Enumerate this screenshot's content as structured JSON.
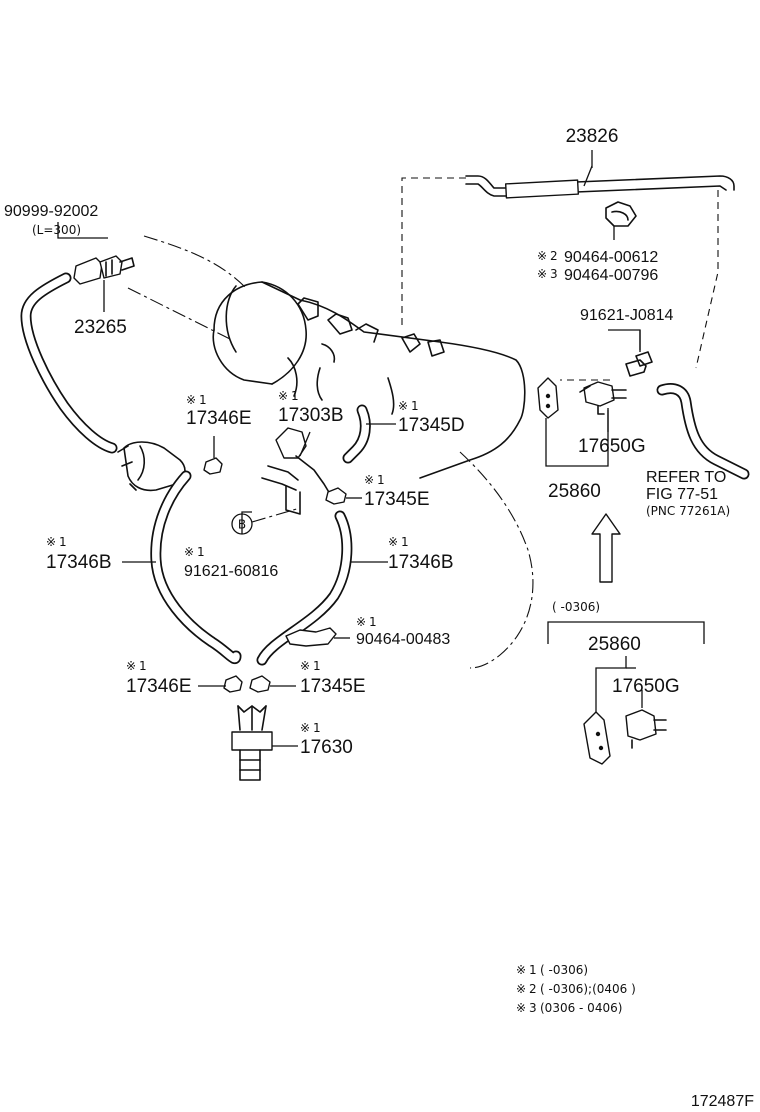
{
  "diagram": {
    "figure_id": "172487F",
    "mark": "※",
    "parts": {
      "p23826": "23826",
      "p9099992002": "90999-92002",
      "p9099992002_len": "(L=300)",
      "p23265": "23265",
      "p9046400612": "90464-00612",
      "p9046400612_note": "2",
      "p9046400796": "90464-00796",
      "p9046400796_note": "3",
      "p91621J0814": "91621-J0814",
      "p17346E_top": "17346E",
      "p17346E_top_note": "1",
      "p17303B": "17303B",
      "p17303B_note": "1",
      "p17345D": "17345D",
      "p17345D_note": "1",
      "p17345E_top": "17345E",
      "p17345E_top_note": "1",
      "p17650G_top": "17650G",
      "p25860_top": "25860",
      "p17346B_left": "17346B",
      "p17346B_left_note": "1",
      "p17346B_right": "17346B",
      "p17346B_right_note": "1",
      "p9162160816": "91621-60816",
      "p9162160816_note": "1",
      "callout_b": "B",
      "p9046400483": "90464-00483",
      "p9046400483_note": "1",
      "p17346E_bot": "17346E",
      "p17346E_bot_note": "1",
      "p17345E_bot": "17345E",
      "p17345E_bot_note": "1",
      "p17630": "17630",
      "p17630_note": "1",
      "p25860_bot": "25860",
      "p17650G_bot": "17650G"
    },
    "refer": {
      "line1": "REFER TO",
      "line2": "FIG 77-51",
      "line3": "(PNC 77261A)"
    },
    "period_inset": "(       -0306)",
    "legend": [
      {
        "num": "1",
        "text": "(         -0306)"
      },
      {
        "num": "2",
        "text": "(         -0306);(0406          )"
      },
      {
        "num": "3",
        "text": "(0306 - 0406)"
      }
    ]
  }
}
